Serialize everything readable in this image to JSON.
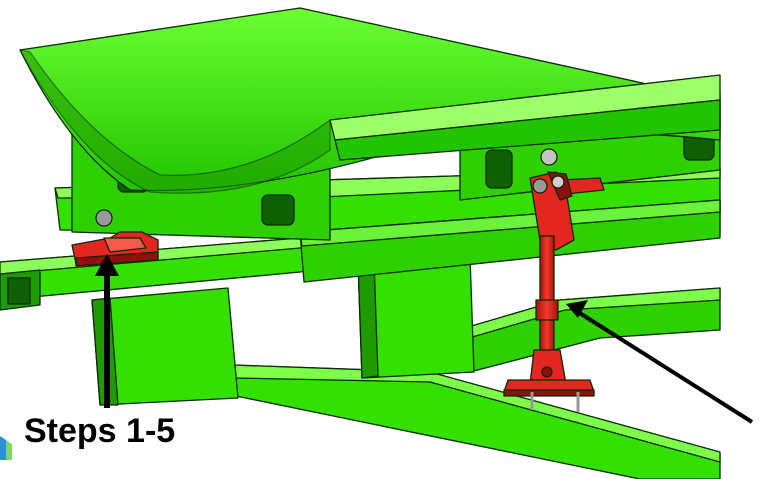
{
  "callouts": [
    {
      "label": "Steps 1-5",
      "target": "left-mounting-bracket"
    },
    {
      "label": "",
      "target": "turnbuckle-rod"
    }
  ],
  "colors": {
    "frame_green": "#33e000",
    "frame_green_dark": "#1f9a00",
    "frame_green_light": "#7dff4a",
    "part_red": "#e3261f",
    "part_red_dark": "#8f0f0a",
    "hardware_gray": "#9a9a9a",
    "outline": "#0a2a00",
    "arrow": "#000000"
  },
  "icons": [
    "left-arrow-icon",
    "right-arrow-icon",
    "bolt-icon"
  ]
}
